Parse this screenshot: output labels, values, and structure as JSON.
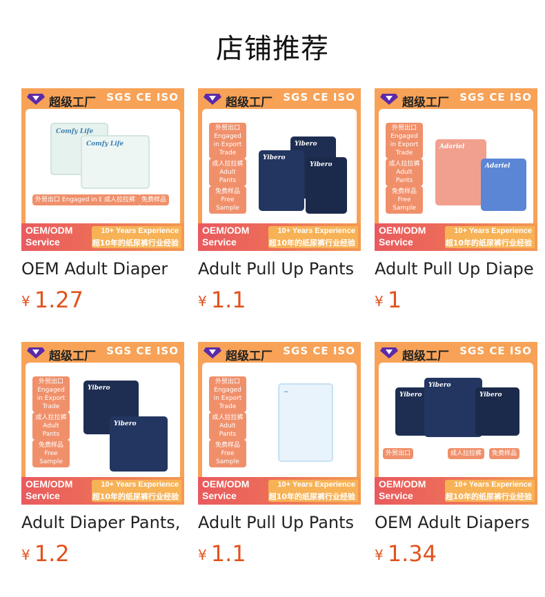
{
  "section": {
    "title": "店铺推荐"
  },
  "colors": {
    "price": "#e2521c",
    "banner_orange": "#f7a257",
    "banner_red": "#e95a5f"
  },
  "banner": {
    "brand": "超级工厂",
    "cert": "SGS CE ISO",
    "oem_line1": "OEM/ODM",
    "oem_line2": "Service",
    "exp_line1": "10+ Years Experience",
    "exp_line2": "超10年的纸尿裤行业经验",
    "tag_export_cn": "外贸出口",
    "tag_export_en": "Engaged in Export Trade",
    "tag_pants_cn": "成人拉拉裤",
    "tag_pants_en": "Adult Pants",
    "tag_sample_cn": "免费样品",
    "tag_sample_en": "Free Sample",
    "pack_brand": "Yibero",
    "pack_brand_alt": "Adariel",
    "pack_brand_comfy": "Comfy Life"
  },
  "products": [
    {
      "title": "OEM Adult Diaper",
      "currency": "¥",
      "price": "1.27",
      "image_icon": "diaper-pack-icon"
    },
    {
      "title": "Adult Pull Up Pants",
      "currency": "¥",
      "price": "1.1",
      "image_icon": "diaper-pack-icon"
    },
    {
      "title": "Adult Pull Up Diape",
      "currency": "¥",
      "price": "1",
      "image_icon": "diaper-pack-icon"
    },
    {
      "title": "Adult Diaper Pants,",
      "currency": "¥",
      "price": "1.2",
      "image_icon": "diaper-pack-icon"
    },
    {
      "title": "Adult Pull Up Pants",
      "currency": "¥",
      "price": "1.1",
      "image_icon": "diaper-pack-icon"
    },
    {
      "title": "OEM Adult Diapers",
      "currency": "¥",
      "price": "1.34",
      "image_icon": "diaper-pack-icon"
    }
  ]
}
